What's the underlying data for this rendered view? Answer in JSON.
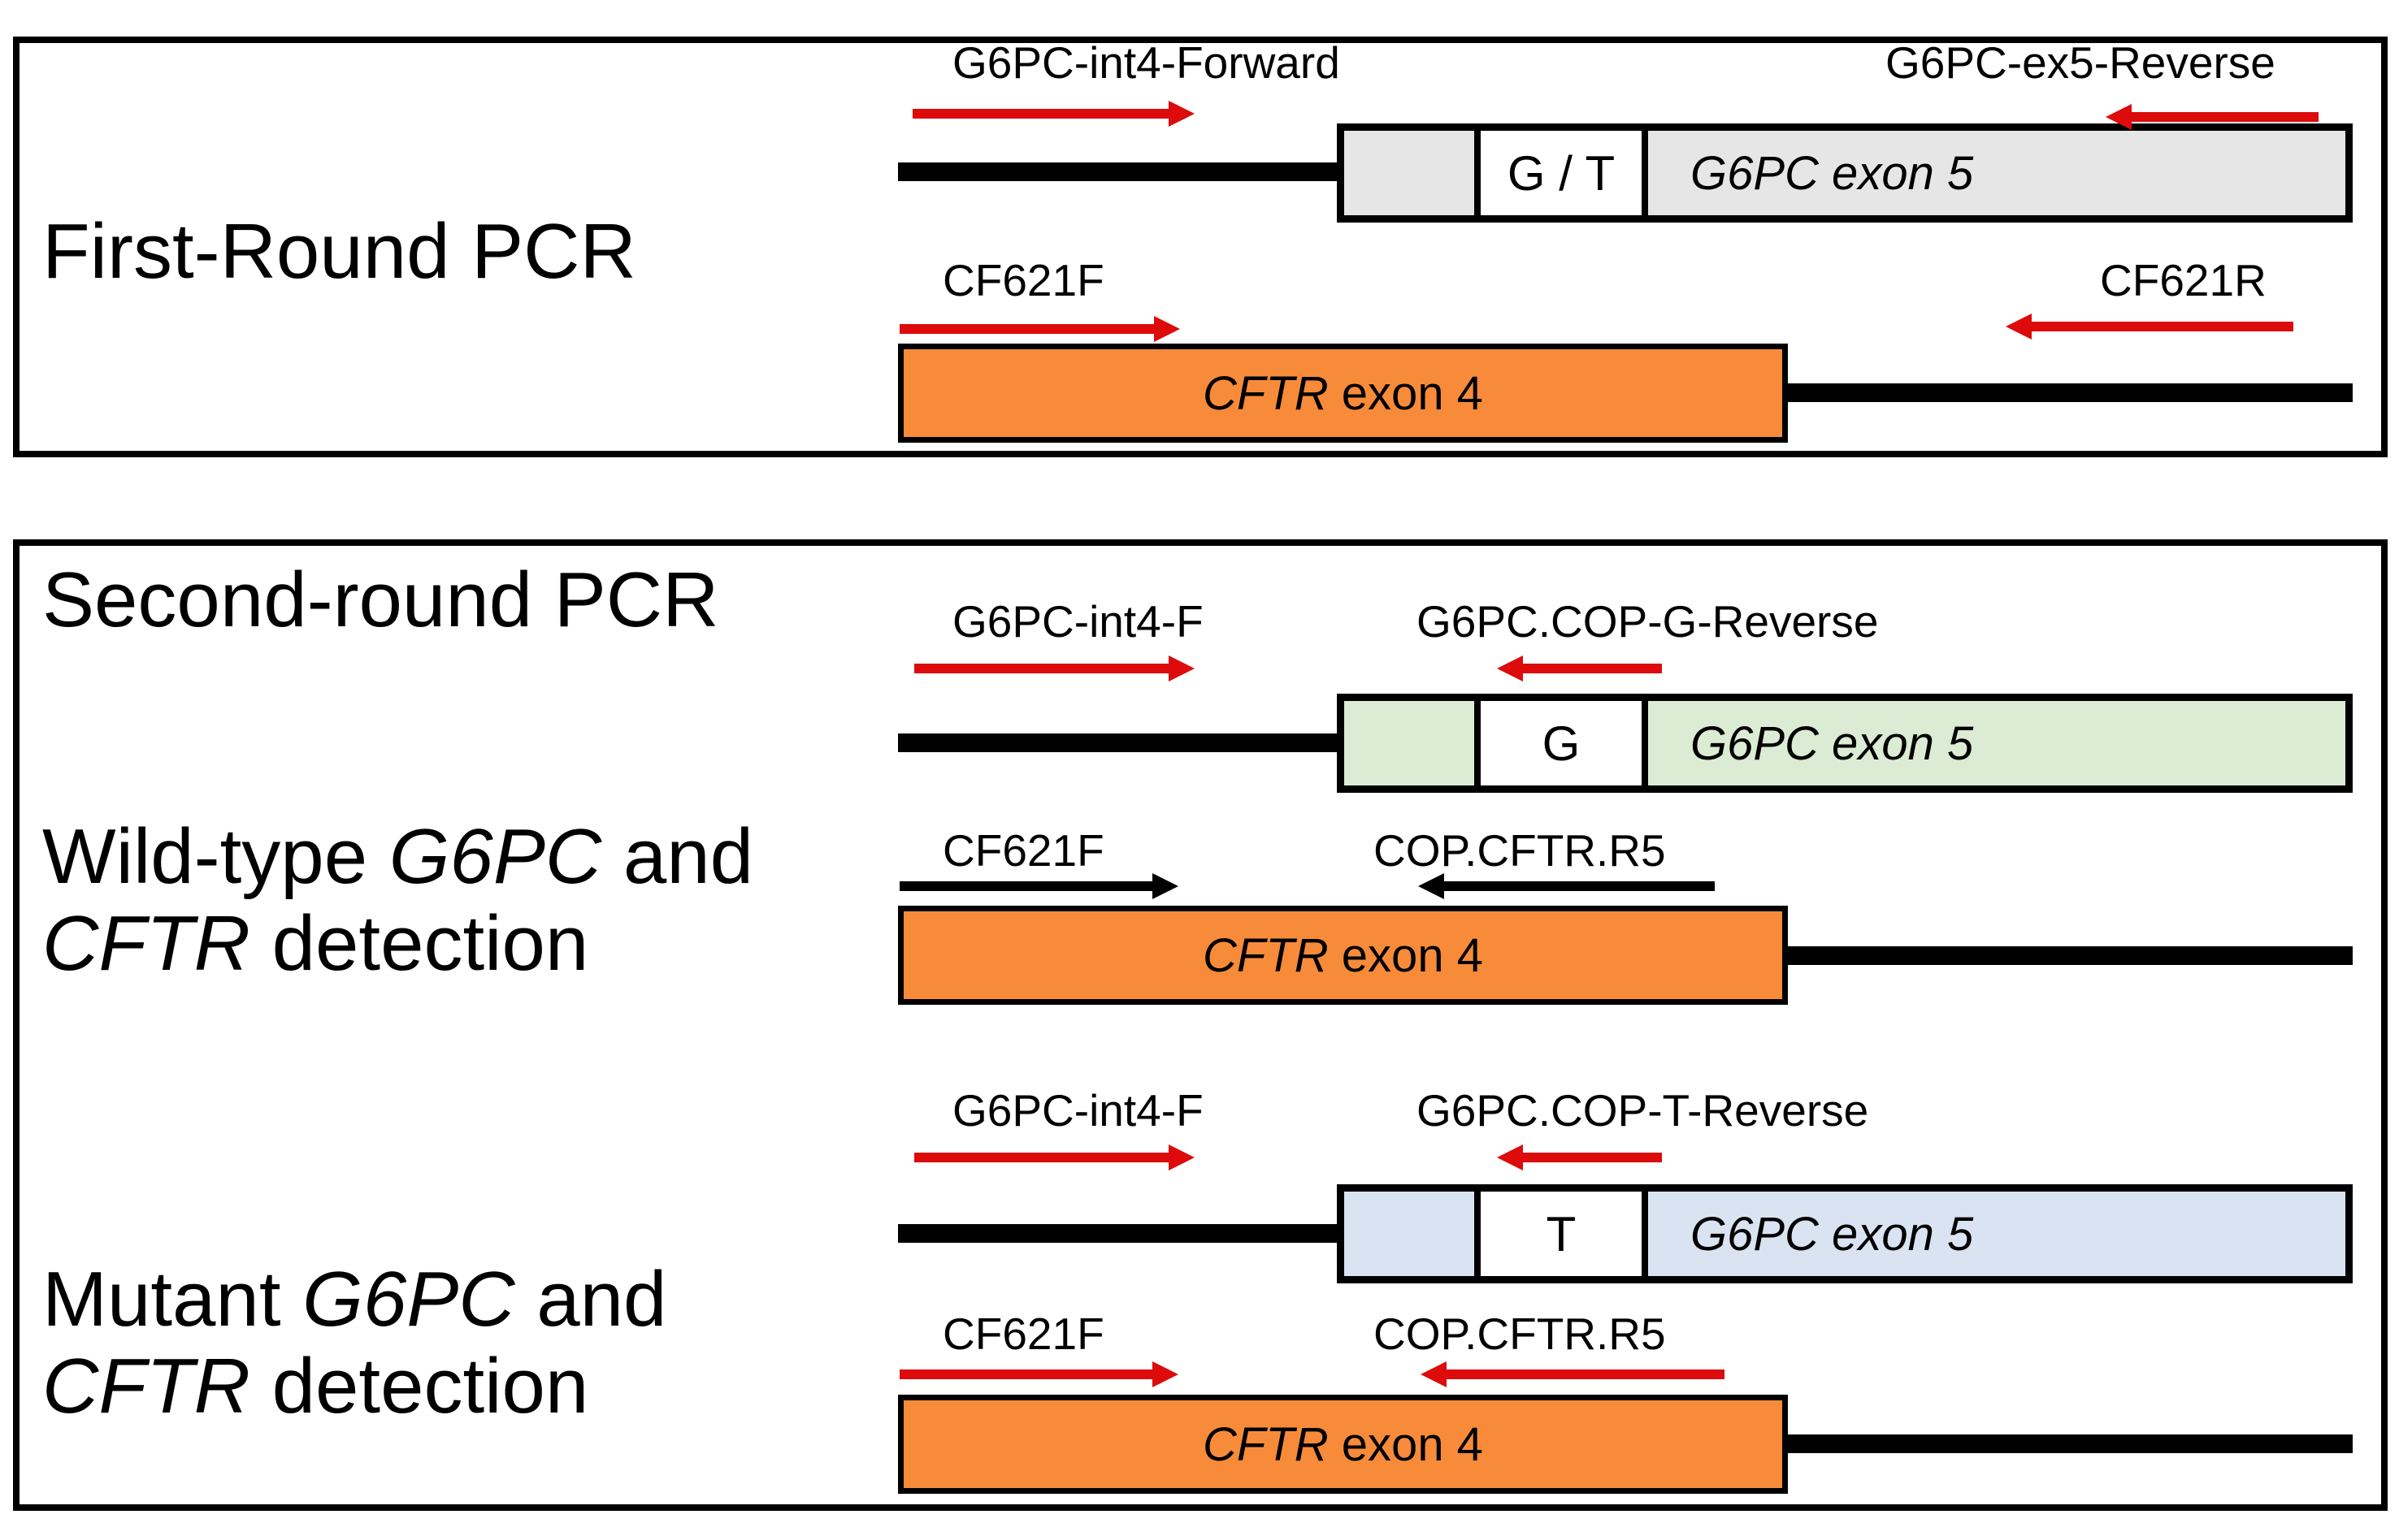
{
  "colors": {
    "red": "#dd0b0b",
    "gray_fill": "#e7e6e6",
    "green_fill": "#dcebd3",
    "blue_fill": "#dae3f2",
    "orange_fill": "#f78b3a",
    "white_fill": "#ffffff"
  },
  "first_round": {
    "title": "First-Round PCR",
    "g6pc_template": {
      "forward_primer": "G6PC-int4-Forward",
      "reverse_primer": "G6PC-ex5-Reverse",
      "variant_site": "G / T",
      "exon_label": "G6PC exon 5"
    },
    "cftr_template": {
      "forward_primer": "CF621F",
      "reverse_primer": "CF621R",
      "gene": "CFTR",
      "exon_suffix": " exon 4"
    }
  },
  "second_round": {
    "title": "Second-round PCR",
    "wild_type": {
      "section_label": {
        "line1_prefix": "Wild-type ",
        "line1_gene": "G6PC",
        "line1_suffix": " and",
        "line2_gene": "CFTR",
        "line2_suffix": " detection"
      },
      "g6pc_template": {
        "forward_primer": "G6PC-int4-F",
        "reverse_primer": "G6PC.COP-G-Reverse",
        "variant_site": "G",
        "exon_label": "G6PC exon 5"
      },
      "cftr_template": {
        "forward_primer": "CF621F",
        "reverse_primer": "COP.CFTR.R5",
        "gene": "CFTR",
        "exon_suffix": " exon 4"
      }
    },
    "mutant": {
      "section_label": {
        "line1_prefix": "Mutant ",
        "line1_gene": "G6PC",
        "line1_suffix": " and",
        "line2_gene": "CFTR",
        "line2_suffix": " detection"
      },
      "g6pc_template": {
        "forward_primer": "G6PC-int4-F",
        "reverse_primer": "G6PC.COP-T-Reverse",
        "variant_site": "T",
        "exon_label": "G6PC exon 5"
      },
      "cftr_template": {
        "forward_primer": "CF621F",
        "reverse_primer": "COP.CFTR.R5",
        "gene": "CFTR",
        "exon_suffix": " exon 4"
      }
    }
  }
}
